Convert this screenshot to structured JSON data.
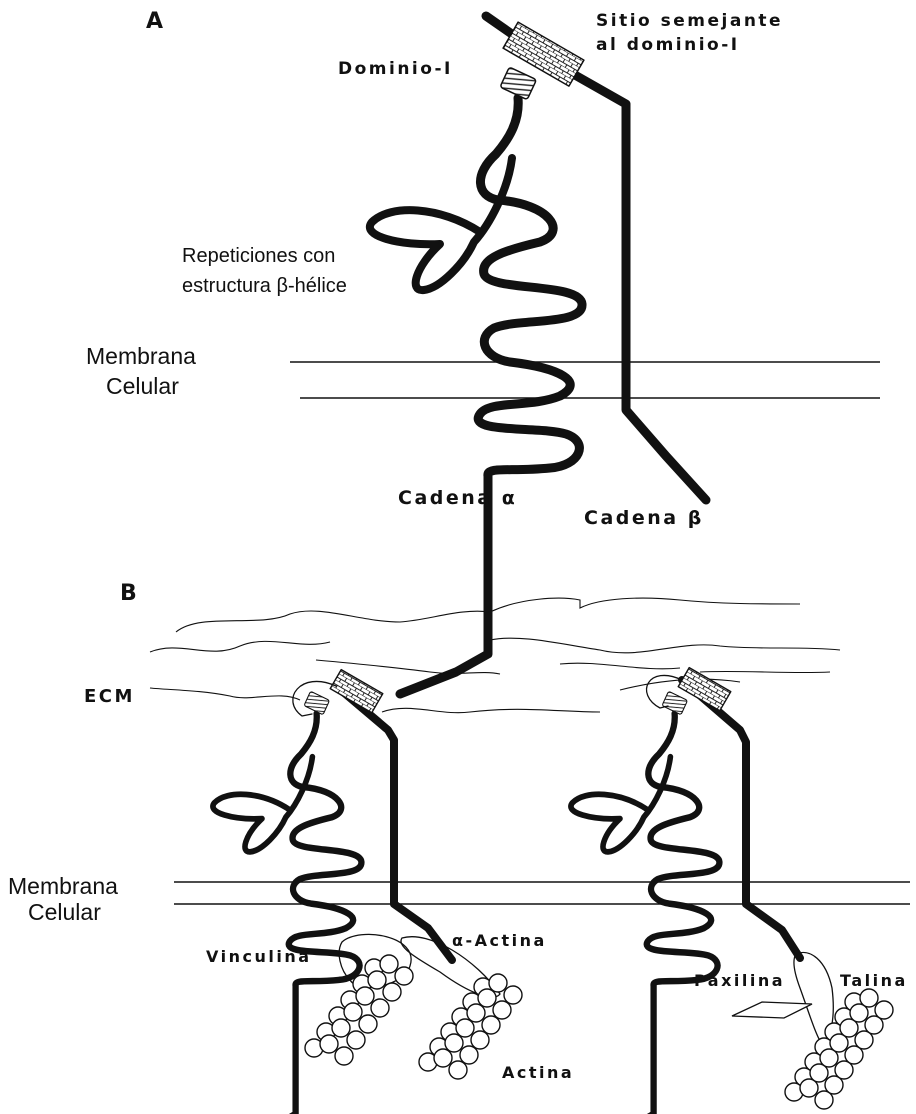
{
  "panel_a": {
    "letter": "A",
    "label_i_domain_like_1": "Sitio semejante",
    "label_i_domain_like_2": "al dominio-I",
    "label_i_domain": "Dominio-I",
    "label_repeats_1": "Repeticiones con",
    "label_repeats_2": "estructura β-hélice",
    "label_membrane_1": "Membrana",
    "label_membrane_2": "Celular",
    "label_alpha_chain": "Cadena α",
    "label_beta_chain": "Cadena β"
  },
  "panel_b": {
    "letter": "B",
    "label_ecm": "ECM",
    "label_membrane_1": "Membrana",
    "label_membrane_2": "Celular",
    "label_vinculin": "Vinculina",
    "label_alpha_actinin": "α-Actina",
    "label_actin": "Actina",
    "label_paxillin": "Paxilina",
    "label_talin": "Talina"
  },
  "colors": {
    "ink": "#111111",
    "background": "#ffffff"
  }
}
